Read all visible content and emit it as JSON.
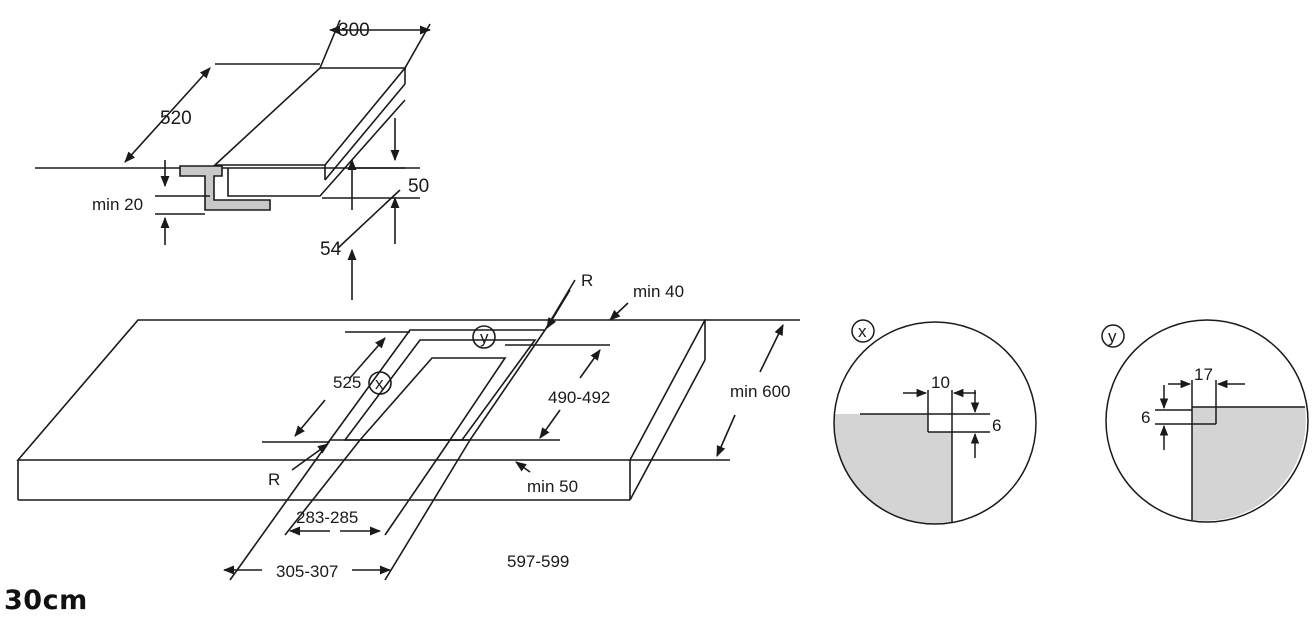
{
  "hob_top_view": {
    "width": "300",
    "depth": "520",
    "height": "50",
    "depth_below_top": "54",
    "min_worktop": "min 20"
  },
  "cutout_view": {
    "corner_radius_top": "R",
    "corner_radius_bottom": "R",
    "min_back": "min 40",
    "min_worktop_depth": "min 600",
    "cutout_depth": "490-492",
    "outer_depth": "525",
    "min_front": "min 50",
    "cutout_width": "283-285",
    "outer_width": "305-307",
    "overall_width": "597-599",
    "detail_marker_x": "x",
    "detail_marker_y": "y"
  },
  "detail_x": {
    "marker": "x",
    "width": "10",
    "height": "6"
  },
  "detail_y": {
    "marker": "y",
    "width": "17",
    "height": "6"
  },
  "heading": "30cm",
  "colors": {
    "line": "#1a1a1a",
    "fill_gray": "#d4d4d4"
  }
}
